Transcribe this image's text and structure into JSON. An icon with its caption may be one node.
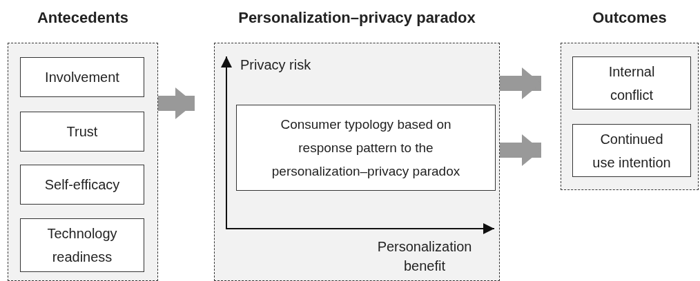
{
  "diagram": {
    "nodes": [
      {
        "text": [
          "Antecedents"
        ]
      },
      {
        "text": [
          "Involvement"
        ],
        "in": 0
      },
      {
        "text": [
          "Trust"
        ],
        "in": 0
      },
      {
        "text": [
          "Self-efficacy"
        ],
        "in": 0
      },
      {
        "text": [
          "Technology readiness"
        ],
        "in": 0
      },
      {
        "text": [
          "Personalization–privacy paradox"
        ]
      },
      {
        "text": [
          "Consumer typology based on response pattern to the personalization–privacy paradox"
        ],
        "in": 5
      },
      {
        "text": [
          "Outcomes"
        ]
      },
      {
        "text": [
          "Internal conflict"
        ],
        "in": 7
      },
      {
        "text": [
          "Continued use intention"
        ],
        "in": 7
      }
    ],
    "edges": [
      {
        "from": 0,
        "to": 5,
        "arrow": "to"
      },
      {
        "from": 5,
        "to": 7,
        "arrow": "to"
      },
      {
        "from": 5,
        "to": 7,
        "arrow": "to"
      }
    ],
    "labels": [
      "Privacy risk",
      "Personalization benefit"
    ]
  }
}
